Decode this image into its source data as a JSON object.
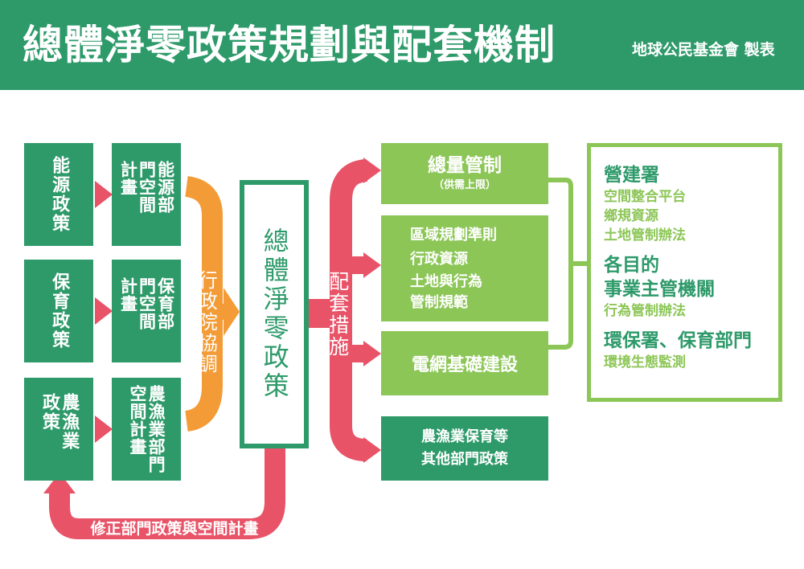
{
  "header": {
    "title": "總體淨零政策規劃與配套機制",
    "credit": "地球公民基金會 製表"
  },
  "policies": [
    {
      "name": "能源政策",
      "plan": "能源部門空間計畫"
    },
    {
      "name": "保育政策",
      "plan": "保育部門空間計畫"
    },
    {
      "name_lines": [
        "農漁業",
        "政策"
      ],
      "plan": "農漁業部門空間計畫"
    }
  ],
  "coordination_label": "行政院協調",
  "center_label": "總體淨零政策",
  "measures_label": "配套措施",
  "feedback_label": "修正部門政策與空間計畫",
  "measures": {
    "total_control": {
      "title": "總量管制",
      "subtitle": "（供需上限）"
    },
    "regulations": [
      "區域規劃準則",
      "行政資源",
      "土地與行為",
      "管制規範"
    ],
    "grid": "電網基礎建設",
    "agri": [
      "農漁業保育等",
      "其他部門政策"
    ]
  },
  "agencies": [
    {
      "title_lines": [
        "營建署"
      ],
      "items": [
        "空間整合平台",
        "鄉規資源",
        "土地管制辦法"
      ]
    },
    {
      "title_lines": [
        "各目的",
        "事業主管機關"
      ],
      "items": [
        "行為管制辦法"
      ]
    },
    {
      "title_lines": [
        "環保署、保育部門"
      ],
      "items": [
        "環境生態監測"
      ]
    }
  ],
  "colors": {
    "dark_green": "#2e9a6a",
    "light_green": "#8cc657",
    "orange": "#f39c37",
    "red": "#e85368"
  }
}
